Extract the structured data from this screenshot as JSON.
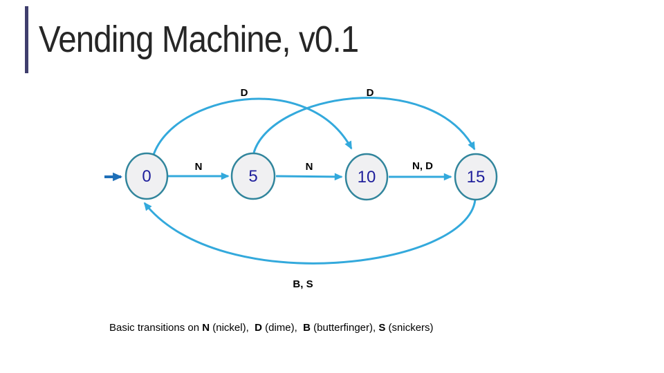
{
  "slide": {
    "title": "Vending Machine, v0.1"
  },
  "diagram": {
    "type": "state-machine",
    "states": [
      {
        "label": "0"
      },
      {
        "label": "5"
      },
      {
        "label": "10"
      },
      {
        "label": "15"
      }
    ],
    "transitions": [
      {
        "from": "0",
        "to": "5",
        "label": "N"
      },
      {
        "from": "5",
        "to": "10",
        "label": "N"
      },
      {
        "from": "10",
        "to": "15",
        "label": "N, D"
      },
      {
        "from": "0",
        "to": "10",
        "label": "D"
      },
      {
        "from": "5",
        "to": "15",
        "label": "D"
      },
      {
        "from": "15",
        "to": "0",
        "label": "B, S"
      }
    ],
    "start_state": "0"
  },
  "caption": {
    "prefix": "Basic transitions on ",
    "parts": [
      {
        "key": "N",
        "desc": " (nickel),  "
      },
      {
        "key": "D",
        "desc": " (dime),  "
      },
      {
        "key": "B",
        "desc": " (butterfinger), "
      },
      {
        "key": "S",
        "desc": " (snickers)"
      }
    ]
  },
  "colors": {
    "edge_blue": "#33A9DC",
    "start_arrow_blue": "#1E6FB8",
    "node_border_teal": "#31859C",
    "node_fill": "#F0F0F2",
    "node_text_navy": "#1F1F9C",
    "accent_bar": "#3F3E6D",
    "title_text": "#262626"
  }
}
